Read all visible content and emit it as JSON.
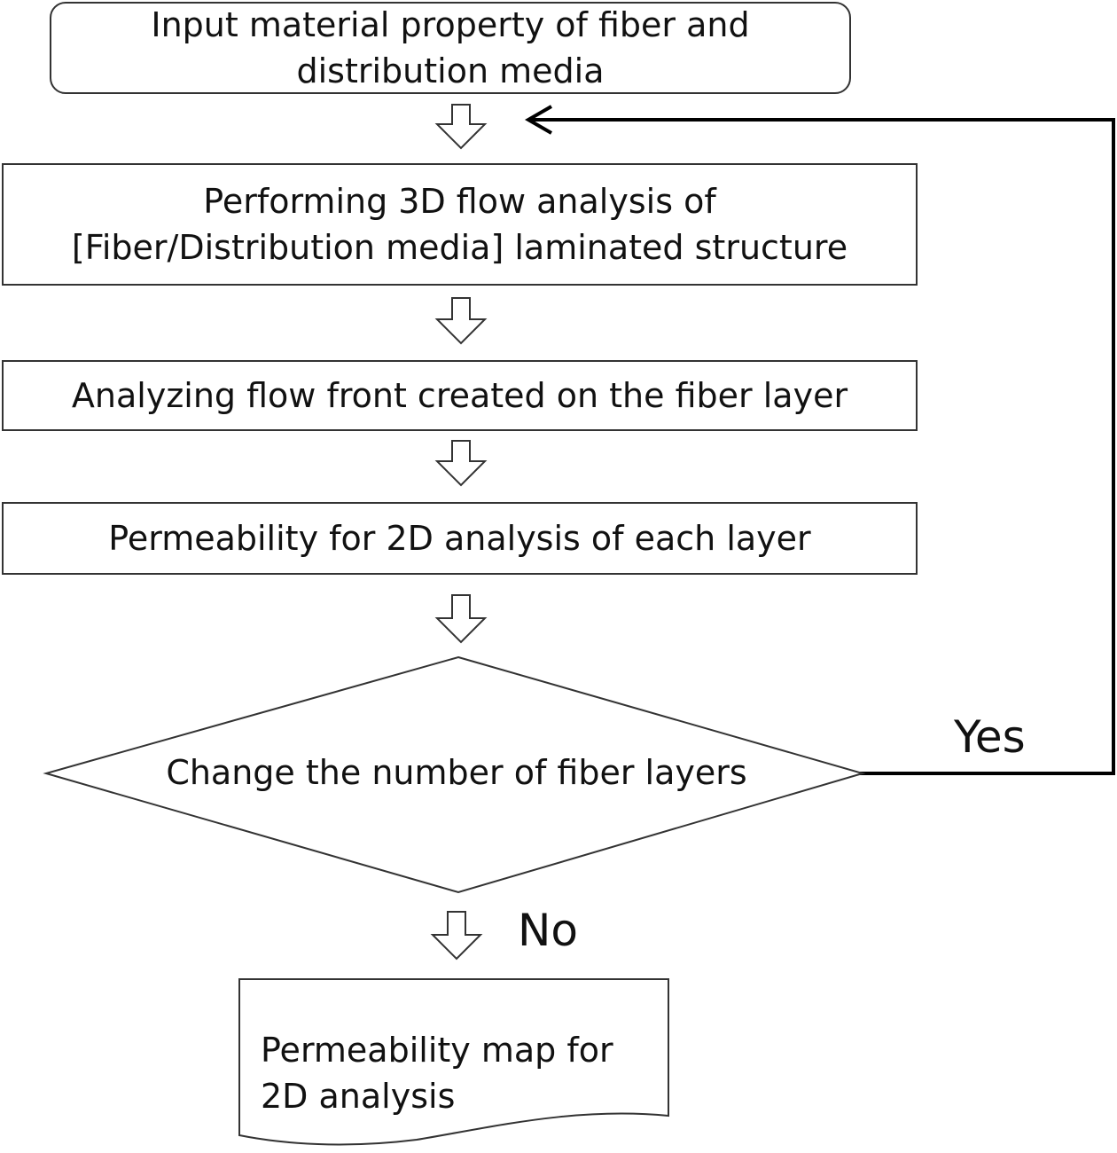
{
  "diagram": {
    "type": "flowchart",
    "nodes": [
      {
        "id": "input",
        "shape": "rounded-rect",
        "lines": [
          "Input material property of fiber and",
          "distribution media"
        ]
      },
      {
        "id": "flow3d",
        "shape": "rect",
        "lines": [
          "Performing 3D flow analysis of",
          "[Fiber/Distribution media] laminated structure"
        ]
      },
      {
        "id": "flowfront",
        "shape": "rect",
        "lines": [
          "Analyzing flow front created on the fiber layer"
        ]
      },
      {
        "id": "perm2d",
        "shape": "rect",
        "lines": [
          "Permeability for 2D analysis of each layer"
        ]
      },
      {
        "id": "decision",
        "shape": "diamond",
        "lines": [
          "Change the number of fiber layers"
        ]
      },
      {
        "id": "output",
        "shape": "document",
        "lines": [
          "Permeability map for",
          "2D analysis"
        ]
      }
    ],
    "edges": [
      {
        "from": "input",
        "to": "flow3d",
        "label": ""
      },
      {
        "from": "flow3d",
        "to": "flowfront",
        "label": ""
      },
      {
        "from": "flowfront",
        "to": "perm2d",
        "label": ""
      },
      {
        "from": "perm2d",
        "to": "decision",
        "label": ""
      },
      {
        "from": "decision",
        "to": "flow3d",
        "label": "Yes"
      },
      {
        "from": "decision",
        "to": "output",
        "label": "No"
      }
    ],
    "labels": {
      "yes": "Yes",
      "no": "No"
    }
  }
}
